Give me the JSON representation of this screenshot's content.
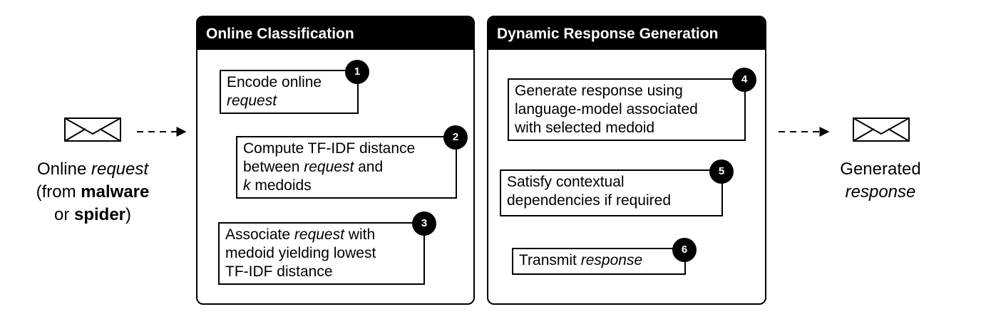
{
  "left": {
    "line1_a": "Online ",
    "line1_b": "request",
    "line2_a": "(from ",
    "line2_b": "malware",
    "line3_a": "or ",
    "line3_b": "spider",
    "line3_c": ")"
  },
  "right": {
    "line1": "Generated",
    "line2": "response"
  },
  "panel1": {
    "title": "Online Classification",
    "steps": [
      {
        "badge": "1",
        "l1": "Encode online",
        "l2": "request"
      },
      {
        "badge": "2",
        "l1": "Compute TF-IDF distance",
        "l2a": "between ",
        "l2b": "request",
        "l2c": " and",
        "l3a": "k",
        "l3b": " medoids"
      },
      {
        "badge": "3",
        "l1a": "Associate ",
        "l1b": "request",
        "l1c": " with",
        "l2": "medoid yielding lowest",
        "l3": "TF-IDF distance"
      }
    ]
  },
  "panel2": {
    "title": "Dynamic Response Generation",
    "steps": [
      {
        "badge": "4",
        "l1": "Generate response using",
        "l2": "language-model associated",
        "l3": "with selected medoid"
      },
      {
        "badge": "5",
        "l1": "Satisfy contextual",
        "l2": "dependencies if required"
      },
      {
        "badge": "6",
        "l1a": "Transmit ",
        "l1b": "response"
      }
    ]
  }
}
